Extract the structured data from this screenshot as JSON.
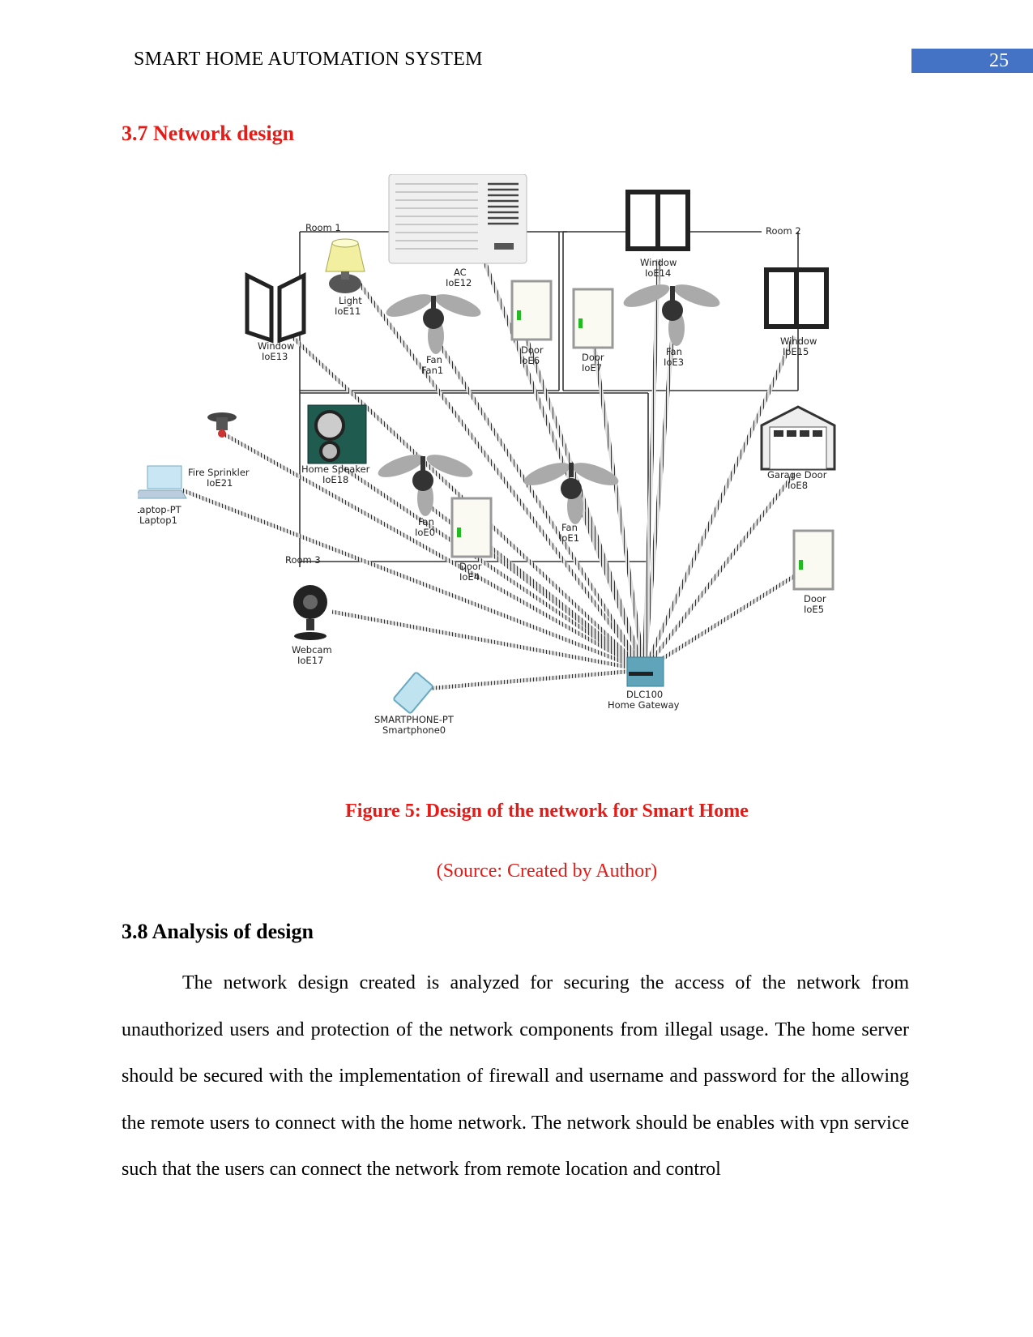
{
  "header": {
    "running_title": "SMART HOME AUTOMATION SYSTEM",
    "page_number": "25"
  },
  "section_37": {
    "heading": "3.7 Network design"
  },
  "figure": {
    "rooms": {
      "room1": "Room 1",
      "room2": "Room 2",
      "room3": "Room 3"
    },
    "devices": {
      "ac": [
        "AC",
        "IoE12"
      ],
      "light": [
        "Light",
        "IoE11"
      ],
      "window13": [
        "Window",
        "IoE13"
      ],
      "fan1": [
        "Fan",
        "Fan1"
      ],
      "door6": [
        "Door",
        "IoE6"
      ],
      "door7": [
        "Door",
        "IoE7"
      ],
      "window14": [
        "Window",
        "IoE14"
      ],
      "fan3": [
        "Fan",
        "IoE3"
      ],
      "window15": [
        "Window",
        "IoE15"
      ],
      "sprinkler": [
        "Fire Sprinkler",
        "IoE21"
      ],
      "speaker": [
        "Home Speaker",
        "IoE18"
      ],
      "laptop": [
        "Laptop-PT",
        "Laptop1"
      ],
      "fan0": [
        "Fan",
        "IoE0"
      ],
      "door4": [
        "Door",
        "IoE4"
      ],
      "fan1b": [
        "Fan",
        "IoE1"
      ],
      "garage": [
        "Garage Door",
        "IoE8"
      ],
      "door5": [
        "Door",
        "IoE5"
      ],
      "webcam": [
        "Webcam",
        "IoE17"
      ],
      "smartphone": [
        "SMARTPHONE-PT",
        "Smartphone0"
      ],
      "gateway": [
        "DLC100",
        "Home Gateway"
      ]
    },
    "icons": [
      "ac-unit-icon",
      "lamp-icon",
      "window-icon",
      "ceiling-fan-icon",
      "door-icon",
      "fire-sprinkler-icon",
      "speaker-icon",
      "laptop-icon",
      "garage-door-icon",
      "webcam-icon",
      "smartphone-icon",
      "home-gateway-icon"
    ],
    "caption": "Figure 5: Design of the network for Smart Home",
    "source": "(Source: Created by Author)"
  },
  "section_38": {
    "heading": "3.8 Analysis of design",
    "paragraph": "The network design created is analyzed for securing the access of the network from unauthorized users and protection of the network components from illegal usage. The home server should be secured with the implementation of firewall and username and password for the allowing the remote users to connect with the home network. The network should be enables with vpn service such that the users can connect the network from remote location and control"
  },
  "colors": {
    "heading_red": "#e41b17",
    "page_badge": "#4472c4",
    "gateway": "#5fa4b8"
  }
}
